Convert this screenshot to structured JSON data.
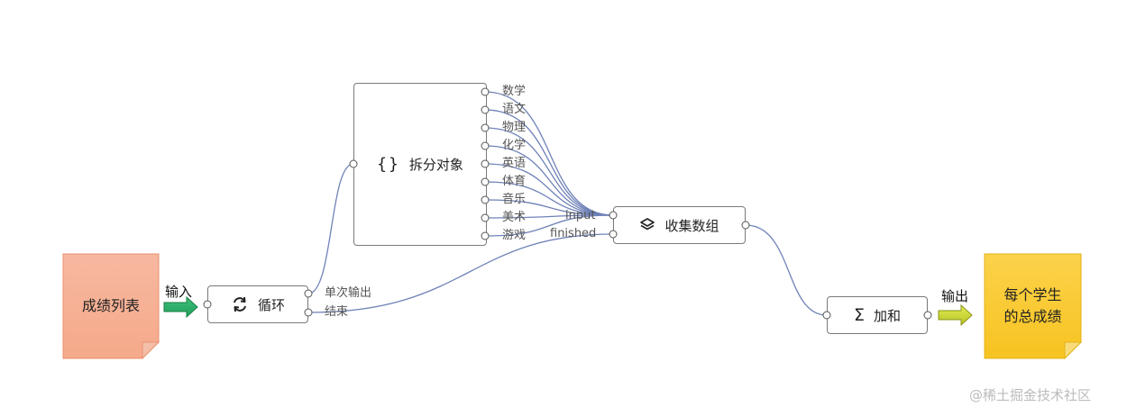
{
  "input_note": {
    "text": "成绩列表",
    "color": "#f5a98a"
  },
  "input_arrow": {
    "label": "输入",
    "color": "#22a05a"
  },
  "loop": {
    "title": "循环",
    "icon": "loop-arrows-icon",
    "outputs": [
      "单次输出",
      "结束"
    ]
  },
  "split": {
    "title": "拆分对象",
    "icon": "curly-braces-icon",
    "fields": [
      "数学",
      "语文",
      "物理",
      "化学",
      "英语",
      "体育",
      "音乐",
      "美术",
      "游戏"
    ]
  },
  "collect": {
    "title": "收集数组",
    "icon": "layers-icon",
    "inputs": [
      "input",
      "finished"
    ]
  },
  "sum": {
    "title": "加和",
    "icon": "sigma-icon"
  },
  "output_arrow": {
    "label": "输出",
    "color": "#b8c424"
  },
  "output_note": {
    "line1": "每个学生",
    "line2": "的总成绩",
    "color": "#f7c321"
  },
  "watermark": "@稀土掘金技术社区",
  "edge_color": "#6f82b8"
}
